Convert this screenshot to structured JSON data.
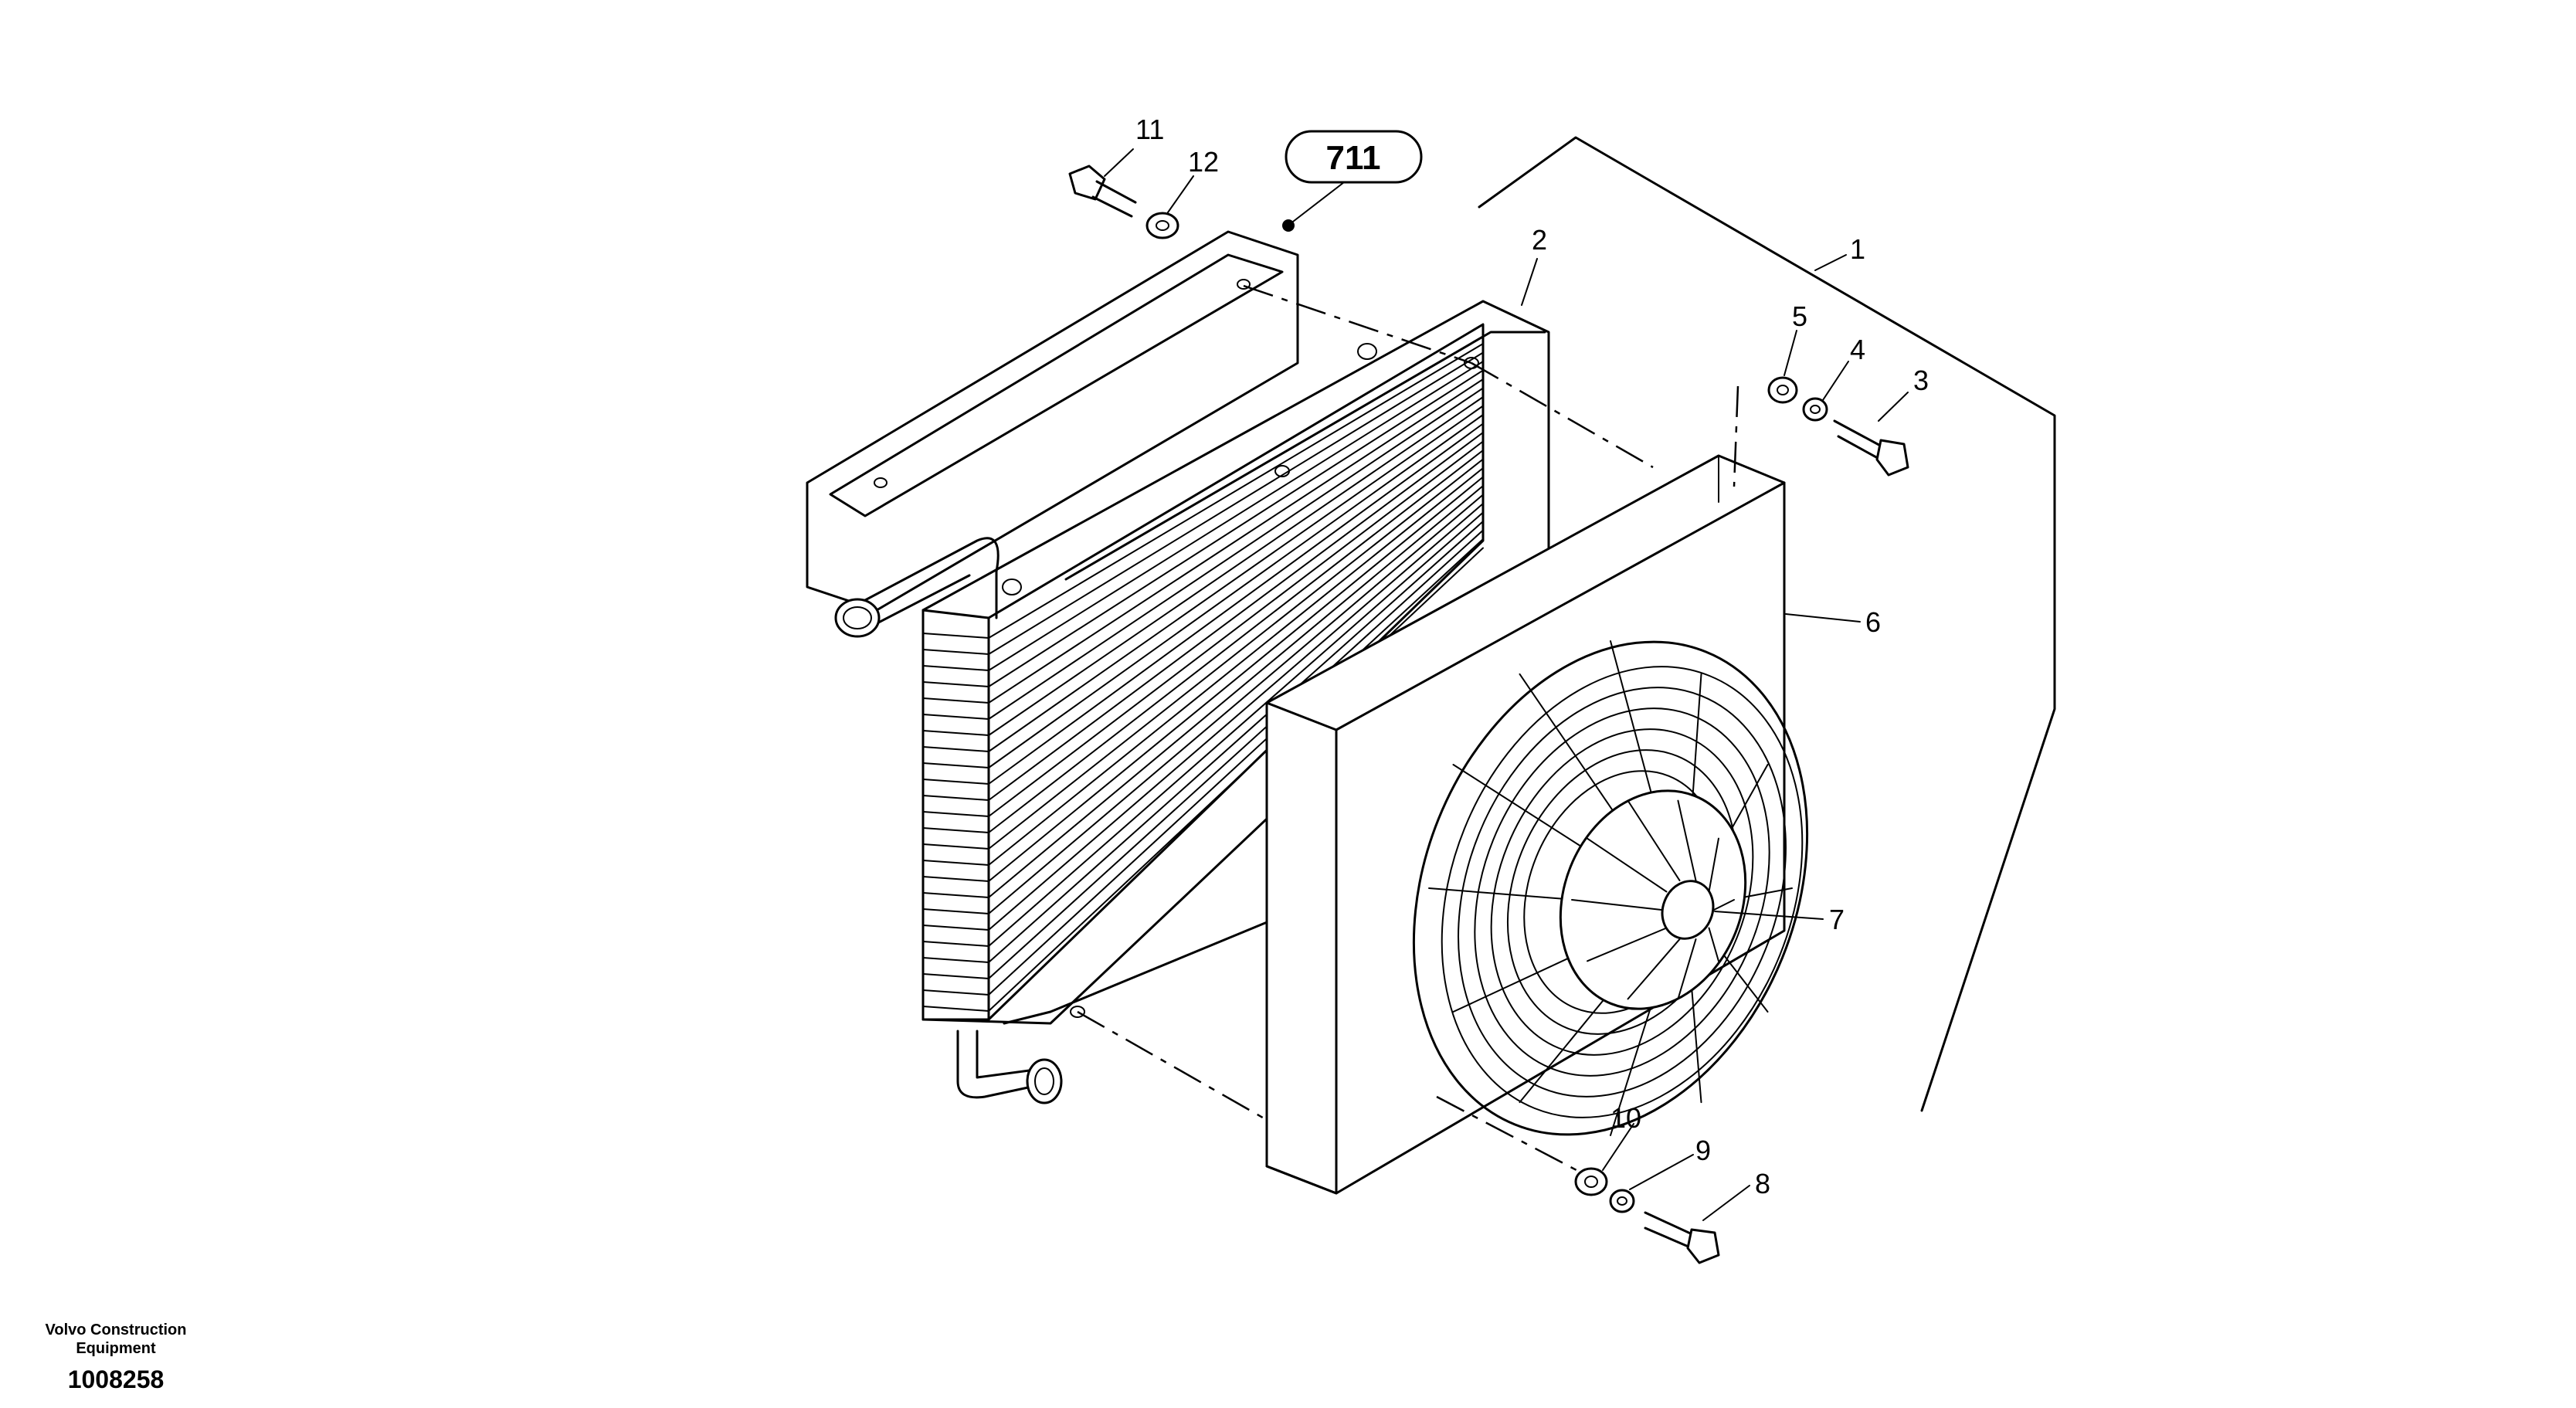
{
  "reference_badge": "711",
  "callouts": {
    "c1": "1",
    "c2": "2",
    "c3": "3",
    "c4": "4",
    "c5": "5",
    "c6": "6",
    "c7": "7",
    "c8": "8",
    "c9": "9",
    "c10": "10",
    "c11": "11",
    "c12": "12"
  },
  "footer": {
    "maker_line1": "Volvo Construction",
    "maker_line2": "Equipment",
    "drawing_number": "1008258"
  }
}
